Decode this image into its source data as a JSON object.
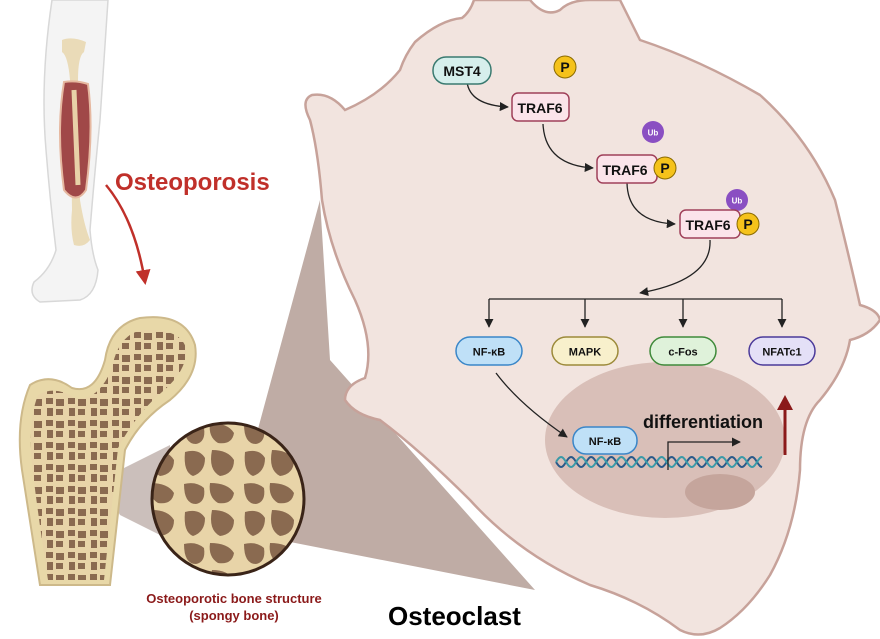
{
  "left_panel": {
    "disease_label": "Osteoporosis",
    "bone_caption_line1": "Osteoporotic bone structure",
    "bone_caption_line2": "(spongy bone)"
  },
  "cell": {
    "title": "Osteoclast",
    "nodes": {
      "mst4": "MST4",
      "traf6_a": "TRAF6",
      "traf6_b": "TRAF6",
      "traf6_c": "TRAF6",
      "phospho_free": "P",
      "phospho_b": "P",
      "phospho_c": "P",
      "ub_b": "Ub",
      "ub_c": "Ub"
    },
    "targets": [
      {
        "label": "NF-κB",
        "fill": "#bfe0f7",
        "stroke": "#3a86c8"
      },
      {
        "label": "MAPK",
        "fill": "#f8f0cc",
        "stroke": "#9c8a3a"
      },
      {
        "label": "c-Fos",
        "fill": "#dff2da",
        "stroke": "#3f8a3a"
      },
      {
        "label": "NFATc1",
        "fill": "#e4e0f7",
        "stroke": "#4b3a9a"
      }
    ],
    "nucleus": {
      "nfkb_label": "NF-κB",
      "process_label": "differentiation",
      "trend": "up"
    }
  },
  "colors": {
    "accent_red": "#c0302a",
    "caption_red": "#8b1a1a",
    "cell_fill": "#f2e4df",
    "cell_stroke": "#c7a29a",
    "nucleus_fill": "#d9bfb8",
    "phospho": "#f5c21b",
    "ub": "#8a4fc2",
    "traf6_fill": "#fbe4ea",
    "traf6_stroke": "#a0405a",
    "mst4_fill": "#d6efec",
    "mst4_stroke": "#3a7a70"
  }
}
